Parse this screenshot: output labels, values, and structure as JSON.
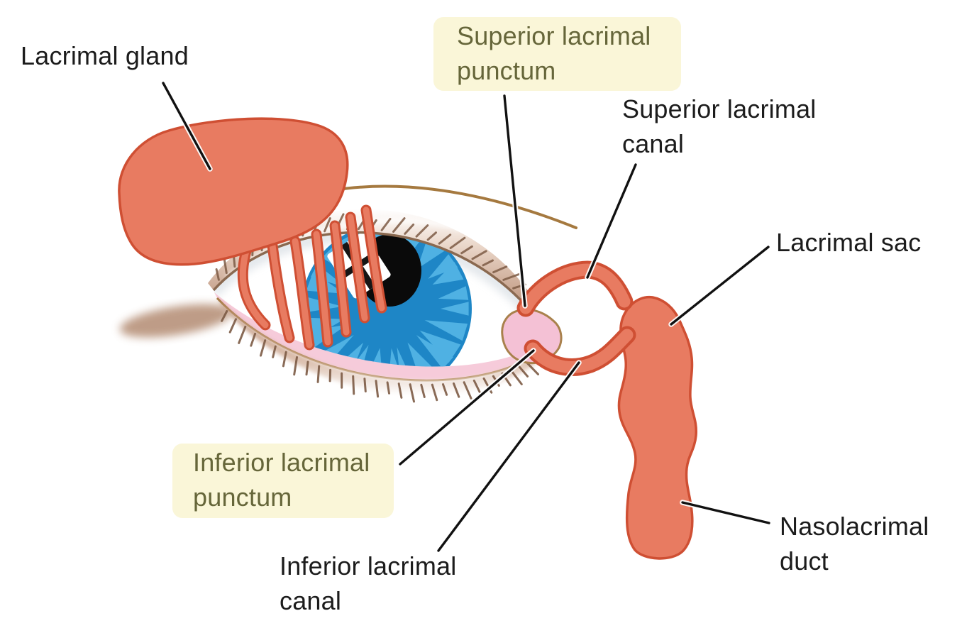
{
  "labels": {
    "lacrimal_gland": "Lacrimal gland",
    "superior_punctum": "Superior lacrimal punctum",
    "superior_canal": "Superior lacrimal canal",
    "lacrimal_sac": "Lacrimal sac",
    "inferior_punctum": "Inferior lacrimal punctum",
    "inferior_canal": "Inferior lacrimal canal",
    "nasolacrimal_duct": "Nasolacrimal duct"
  },
  "colors": {
    "anatomy_salmon": "#E87B61",
    "anatomy_outline": "#CF4F33",
    "callout_background": "#FAF6D8",
    "callout_text": "#66663A",
    "label_text": "#1C1C1C",
    "leader_line": "#111111",
    "iris_blue": "#1E86C6",
    "iris_streak_blue": "#4FB1E3",
    "pupil_black": "#0A0A0A",
    "caruncle_pink": "#F4C1D5",
    "lid_margin_pink": "#F6CBDA",
    "eyelid_tan": "#C59A82",
    "brow_brown": "#A5793F"
  }
}
